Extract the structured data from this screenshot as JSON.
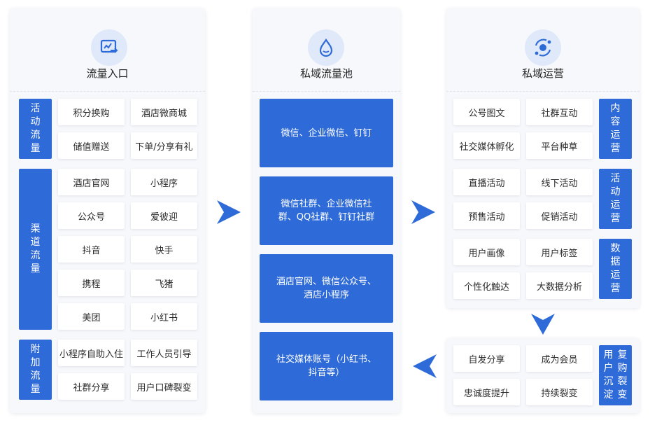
{
  "colors": {
    "accent": "#2f6bd8",
    "icon_bg": "#dfe9fa",
    "panel_bg": "#f6f8fb"
  },
  "entry": {
    "title": "流量入口",
    "icon": "monitor-chart-icon",
    "groups": [
      {
        "label": "活动流量",
        "items": [
          "积分换购",
          "酒店微商城",
          "储值赠送",
          "下单/分享有礼"
        ]
      },
      {
        "label": "渠道流量",
        "items": [
          "酒店官网",
          "小程序",
          "公众号",
          "爱彼迎",
          "抖音",
          "快手",
          "携程",
          "飞猪",
          "美团",
          "小红书"
        ]
      },
      {
        "label": "附加流量",
        "items": [
          "小程序自助入住",
          "工作人员引导",
          "社群分享",
          "用户口碑裂变"
        ]
      }
    ]
  },
  "pool": {
    "title": "私域流量池",
    "icon": "water-drop-icon",
    "items": [
      "微信、企业微信、钉钉",
      "微信社群、企业微信社群、QQ社群、钉钉社群",
      "酒店官网、微信公众号、酒店小程序",
      "社交媒体账号（小红书、抖音等）"
    ]
  },
  "ops": {
    "title": "私域运营",
    "icon": "orbit-icon",
    "groups": [
      {
        "label": "内容运营",
        "items": [
          "公号图文",
          "社群互动",
          "社交媒体孵化",
          "平台种草"
        ]
      },
      {
        "label": "活动运营",
        "items": [
          "直播活动",
          "线下活动",
          "预售活动",
          "促销活动"
        ]
      },
      {
        "label": "数据运营",
        "items": [
          "用户画像",
          "用户标签",
          "个性化触达",
          "大数据分析"
        ]
      }
    ]
  },
  "retain": {
    "label_left": "用户沉淀",
    "label_right": "复购裂变",
    "items": [
      "自发分享",
      "成为会员",
      "忠诚度提升",
      "持续裂变"
    ]
  }
}
